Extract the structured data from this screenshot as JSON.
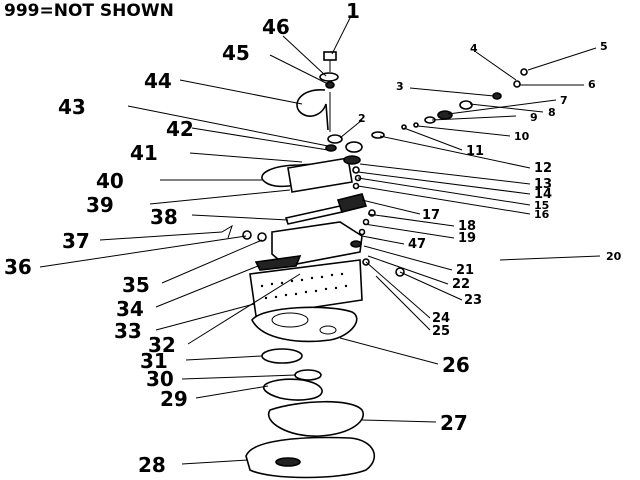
{
  "header": {
    "legend": "999=NOT SHOWN"
  },
  "callouts": {
    "c1": "1",
    "c2": "2",
    "c3": "3",
    "c4": "4",
    "c5": "5",
    "c6": "6",
    "c7": "7",
    "c8": "8",
    "c9": "9",
    "c10": "10",
    "c11": "11",
    "c12": "12",
    "c13": "13",
    "c14": "14",
    "c15": "15",
    "c16": "16",
    "c17": "17",
    "c18": "18",
    "c19": "19",
    "c20": "20",
    "c21": "21",
    "c22": "22",
    "c23": "23",
    "c24": "24",
    "c25": "25",
    "c26": "26",
    "c27": "27",
    "c28": "28",
    "c29": "29",
    "c30": "30",
    "c31": "31",
    "c32": "32",
    "c33": "33",
    "c34": "34",
    "c35": "35",
    "c36": "36",
    "c37": "37",
    "c38": "38",
    "c39": "39",
    "c40": "40",
    "c41": "41",
    "c42": "42",
    "c43": "43",
    "c44": "44",
    "c45": "45",
    "c46": "46",
    "c47": "47"
  }
}
